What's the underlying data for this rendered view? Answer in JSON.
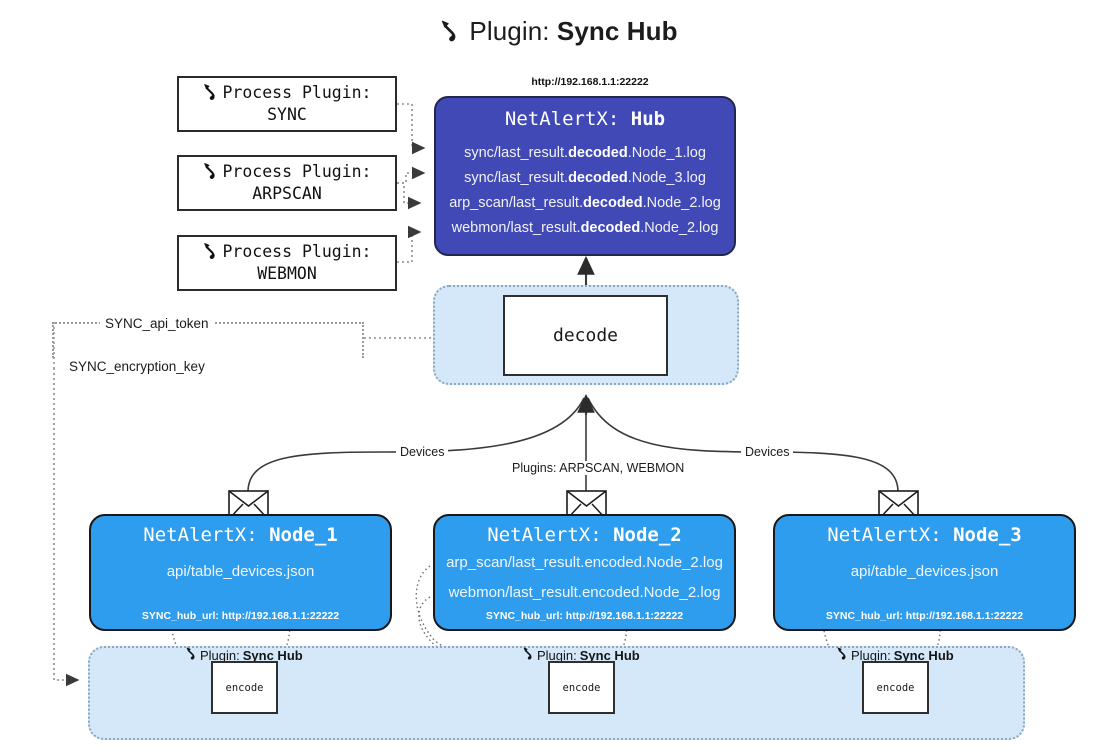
{
  "title": {
    "icon": "plug-icon",
    "prefix": "Plugin:",
    "name": "Sync Hub"
  },
  "process_plugins": [
    {
      "icon": "plug-icon",
      "line1": "Process Plugin:",
      "line2": "SYNC"
    },
    {
      "icon": "plug-icon",
      "line1": "Process Plugin:",
      "line2": "ARPSCAN"
    },
    {
      "icon": "plug-icon",
      "line1": "Process Plugin:",
      "line2": "WEBMON"
    }
  ],
  "hub": {
    "url": "http://192.168.1.1:22222",
    "title_prefix": "NetAlertX:",
    "title_name": "Hub",
    "logs": [
      {
        "pre": "sync/last_result.",
        "mid": "decoded",
        "post": ".Node_1.log"
      },
      {
        "pre": "sync/last_result.",
        "mid": "decoded",
        "post": ".Node_3.log"
      },
      {
        "pre": "arp_scan/last_result.",
        "mid": "decoded",
        "post": ".Node_2.log"
      },
      {
        "pre": "webmon/last_result.",
        "mid": "decoded",
        "post": ".Node_2.log"
      }
    ]
  },
  "decode": {
    "label": "decode"
  },
  "config": {
    "api_token": "SYNC_api_token",
    "encryption_key": "SYNC_encryption_key"
  },
  "edges": {
    "devices_left": "Devices",
    "devices_right": "Devices",
    "plugins": "Plugins: ARPSCAN, WEBMON"
  },
  "nodes": [
    {
      "title_prefix": "NetAlertX:",
      "title_name": "Node_1",
      "lines": [
        "api/table_devices.json"
      ],
      "footer": "SYNC_hub_url: http://192.168.1.1:22222",
      "envelope_icon": "envelope-icon"
    },
    {
      "title_prefix": "NetAlertX:",
      "title_name": "Node_2",
      "lines": [
        "arp_scan/last_result.encoded.Node_2.log",
        "webmon/last_result.encoded.Node_2.log"
      ],
      "footer": "SYNC_hub_url: http://192.168.1.1:22222",
      "envelope_icon": "envelope-icon"
    },
    {
      "title_prefix": "NetAlertX:",
      "title_name": "Node_3",
      "lines": [
        "api/table_devices.json"
      ],
      "footer": "SYNC_hub_url: http://192.168.1.1:22222",
      "envelope_icon": "envelope-icon"
    }
  ],
  "bottom_plugins": [
    {
      "icon": "plug-icon",
      "prefix": "Plugin:",
      "name": "Sync Hub",
      "box": "encode"
    },
    {
      "icon": "plug-icon",
      "prefix": "Plugin:",
      "name": "Sync Hub",
      "box": "encode"
    },
    {
      "icon": "plug-icon",
      "prefix": "Plugin:",
      "name": "Sync Hub",
      "box": "encode"
    }
  ],
  "colors": {
    "hub_fill": "#4049b5",
    "node_fill": "#2f9ded",
    "panel_fill": "#d4e8fa",
    "panel_border": "#8aa7bd",
    "stroke": "#2b2b2b",
    "background": "#ffffff"
  }
}
